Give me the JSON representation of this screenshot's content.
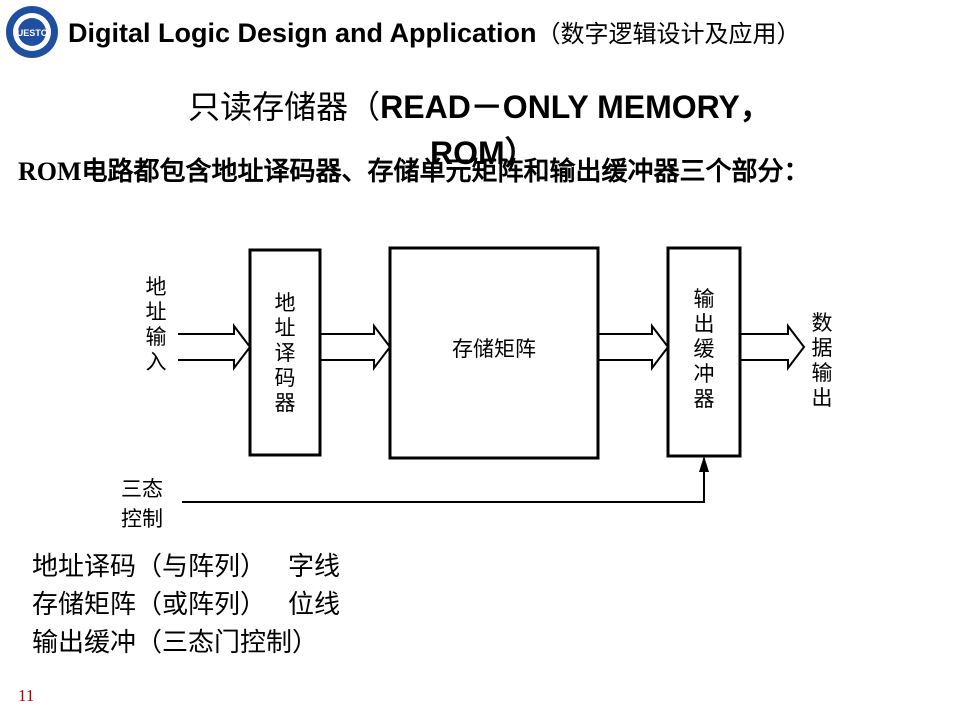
{
  "header": {
    "title_en": "Digital Logic Design and Application",
    "title_cn": "（数字逻辑设计及应用）",
    "logo": "university-seal",
    "logo_text": "UESTC"
  },
  "slide": {
    "title_cn": "只读存储器（",
    "title_en1": "READ－ONLY MEMORY，",
    "title_en2": "ROM）",
    "intro_rom": "ROM",
    "intro_rest": "电路都包含地址译码器、存储单元矩阵和输出缓冲器三个部分："
  },
  "diagram": {
    "input_label": [
      "地",
      "址",
      "输",
      "入"
    ],
    "decoder_label": [
      "地",
      "址",
      "译",
      "码",
      "器"
    ],
    "matrix_label": "存储矩阵",
    "buffer_label": [
      "输",
      "出",
      "缓",
      "冲",
      "器"
    ],
    "output_label": [
      "数",
      "据",
      "输",
      "出"
    ],
    "control_label": [
      "三态",
      "控制"
    ]
  },
  "bullets": [
    {
      "left": "地址译码（与阵列）",
      "right": "字线"
    },
    {
      "left": "存储矩阵（或阵列）",
      "right": "位线"
    },
    {
      "left": "输出缓冲（三态门控制）",
      "right": ""
    }
  ],
  "page_number": "11",
  "colors": {
    "page_number": "#b00000",
    "logo": "#1f4fa0"
  }
}
